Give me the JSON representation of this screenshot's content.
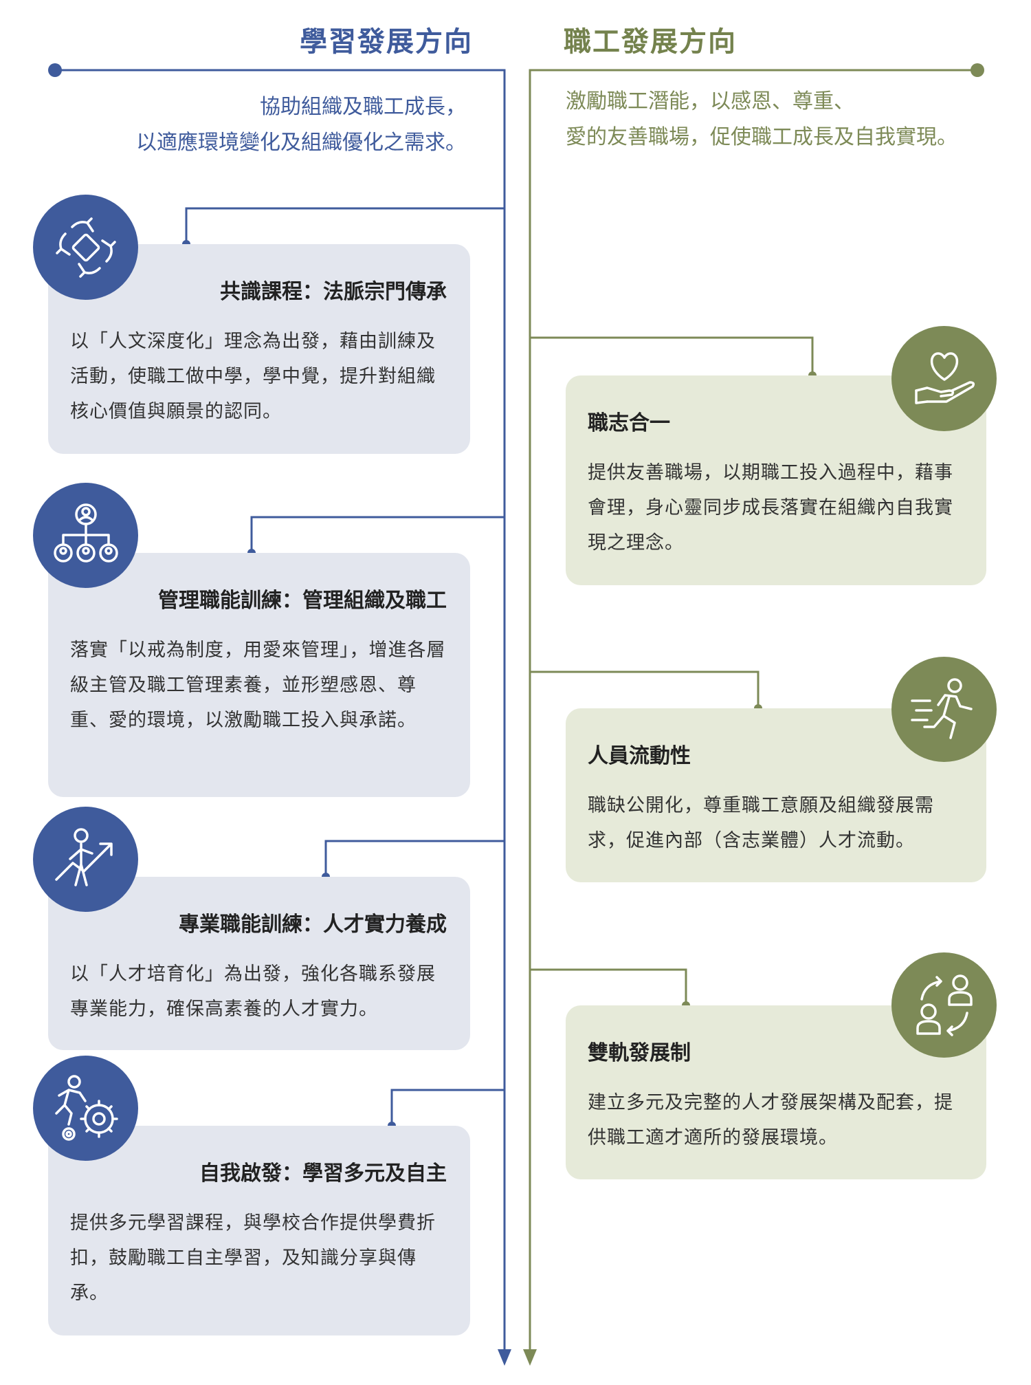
{
  "colors": {
    "learning": "#3f5b9c",
    "staff": "#7d8a57"
  },
  "learning": {
    "title": "學習發展方向",
    "intro_line1": "協助組織及職工成長，",
    "intro_line2": "以適應環境變化及組織優化之需求。",
    "cards": [
      {
        "icon": "joined-hands-icon",
        "title": "共識課程：法脈宗門傳承",
        "body": "以「人文深度化」理念為出發，藉由訓練及活動，使職工做中學，學中覺，提升對組織核心價值與願景的認同。"
      },
      {
        "icon": "team-hierarchy-icon",
        "title": "管理職能訓練：管理組織及職工",
        "body": "落實「以戒為制度，用愛來管理」，增進各層級主管及職工管理素養，並形塑感恩、尊重、愛的環境，以激勵職工投入與承諾。"
      },
      {
        "icon": "growth-person-icon",
        "title": "專業職能訓練：人才實力養成",
        "body": "以「人才培育化」為出發，強化各職系發展專業能力，確保高素養的人才實力。"
      },
      {
        "icon": "runner-gears-icon",
        "title": "自我啟發：學習多元及自主",
        "body": "提供多元學習課程，與學校合作提供學費折扣，鼓勵職工自主學習，及知識分享與傳承。"
      }
    ]
  },
  "staff": {
    "title": "職工發展方向",
    "intro_line1": "激勵職工潛能，以感恩、尊重、",
    "intro_line2": "愛的友善職場，促使職工成長及自我實現。",
    "cards": [
      {
        "icon": "heart-hand-icon",
        "title": "職志合一",
        "body": "提供友善職場，以期職工投入過程中，藉事會理，身心靈同步成長落實在組織內自我實現之理念。"
      },
      {
        "icon": "running-person-icon",
        "title": "人員流動性",
        "body": "職缺公開化，尊重職工意願及組織發展需求，促進內部（含志業體）人才流動。"
      },
      {
        "icon": "people-exchange-icon",
        "title": "雙軌發展制",
        "body": "建立多元及完整的人才發展架構及配套，提供職工適才適所的發展環境。"
      }
    ]
  }
}
